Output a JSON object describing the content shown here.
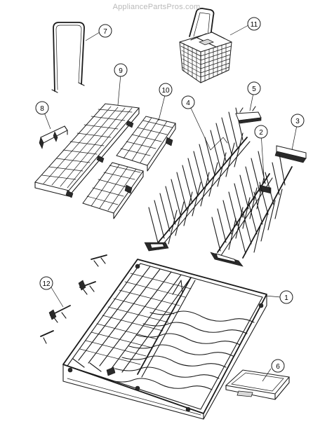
{
  "watermark": "AppliancePartsPros.com",
  "callouts": [
    {
      "id": "1",
      "label": "1"
    },
    {
      "id": "2",
      "label": "2"
    },
    {
      "id": "3",
      "label": "3"
    },
    {
      "id": "4",
      "label": "4"
    },
    {
      "id": "5",
      "label": "5"
    },
    {
      "id": "6",
      "label": "6"
    },
    {
      "id": "7",
      "label": "7"
    },
    {
      "id": "8",
      "label": "8"
    },
    {
      "id": "9",
      "label": "9"
    },
    {
      "id": "10",
      "label": "10"
    },
    {
      "id": "11",
      "label": "11"
    },
    {
      "id": "12",
      "label": "12"
    }
  ],
  "colors": {
    "ink": "#1a1a1a",
    "watermark": "#b9b9b9",
    "background": "#ffffff"
  }
}
